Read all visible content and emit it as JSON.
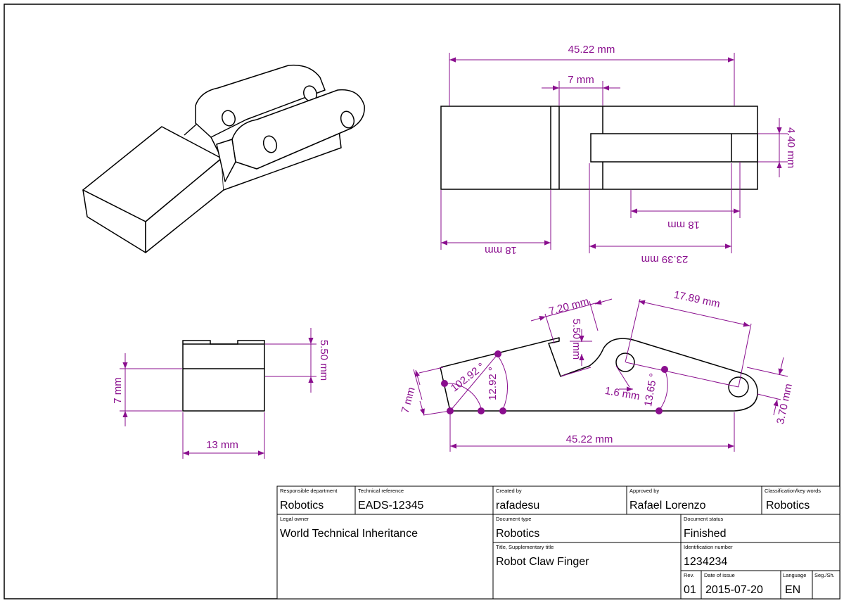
{
  "dimensions": {
    "top_overall_width": "45.22 mm",
    "top_slot_width": "7 mm",
    "top_slot_gap": "4.40 mm",
    "top_left_block": "18 mm",
    "top_inner": "18 mm",
    "top_right_part": "23.39 mm",
    "front_height": "7 mm",
    "front_upper": "5.50 mm",
    "front_width": "13 mm",
    "side_notch_width": "7.20 mm",
    "side_notch_depth": "5.50 mm",
    "side_arm_length": "17.89 mm",
    "side_angle_1": "102.92 °",
    "side_angle_2": "12.92 °",
    "side_height": "7 mm",
    "side_hole": "1.6 mm",
    "side_angle_3": "13.65 °",
    "side_arm_width": "3.70 mm",
    "side_length": "45.22 mm"
  },
  "title_block": {
    "responsible_department": {
      "label": "Responsible department",
      "value": "Robotics"
    },
    "technical_reference": {
      "label": "Technical reference",
      "value": "EADS-12345"
    },
    "created_by": {
      "label": "Created by",
      "value": "rafadesu"
    },
    "approved_by": {
      "label": "Approved by",
      "value": "Rafael Lorenzo"
    },
    "classification": {
      "label": "Classification/key words",
      "value": "Robotics"
    },
    "legal_owner": {
      "label": "Legal owner",
      "value": "World Technical Inheritance"
    },
    "document_type": {
      "label": "Document type",
      "value": "Robotics"
    },
    "document_status": {
      "label": "Document status",
      "value": "Finished"
    },
    "title": {
      "label": "Title, Supplementary title",
      "value": "Robot Claw Finger"
    },
    "identification_number": {
      "label": "Identification number",
      "value": "1234234"
    },
    "revision": {
      "label": "Rev.",
      "value": "01"
    },
    "date_of_issue": {
      "label": "Date of issue",
      "value": "2015-07-20"
    },
    "language": {
      "label": "Language",
      "value": "EN"
    },
    "sheet": {
      "label": "Seg./Sh.",
      "value": ""
    }
  },
  "colors": {
    "dimension": "#8a0e8e",
    "line": "#000000"
  }
}
